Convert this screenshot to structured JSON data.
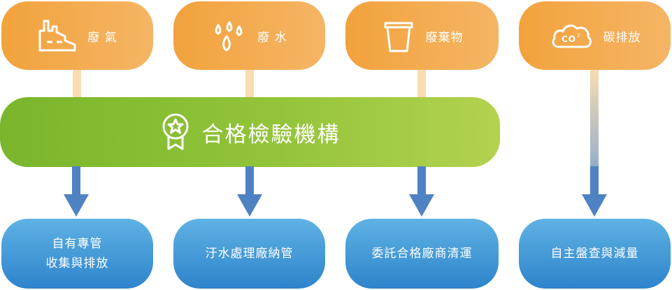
{
  "sources": [
    {
      "label": "廢  氣",
      "icon": "factory-icon"
    },
    {
      "label": "廢  水",
      "icon": "water-drops-icon"
    },
    {
      "label": "廢棄物",
      "icon": "trash-bin-icon"
    },
    {
      "label": "碳排放",
      "icon": "co2-cloud-icon"
    }
  ],
  "center": {
    "label": "合格檢驗機構",
    "icon": "award-badge-icon"
  },
  "outcomes": [
    {
      "line1": "自有專管",
      "line2": "收集與排放"
    },
    {
      "line1": "汙水處理廠納管"
    },
    {
      "line1": "委託合格廠商清運"
    },
    {
      "line1": "自主盤查與減量"
    }
  ],
  "colors": {
    "source_box": "#f2a23c",
    "center_box": "#8fc23a",
    "outcome_box": "#3a8fd2",
    "arrow": "#4f82c2"
  }
}
